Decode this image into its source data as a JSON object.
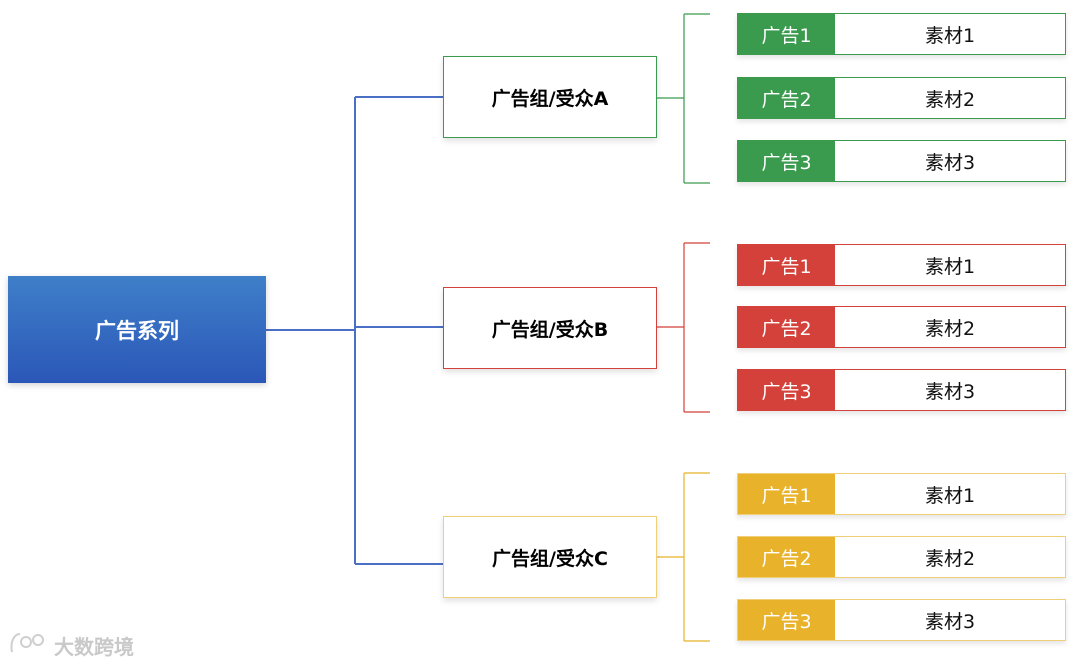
{
  "root": {
    "label": "广告系列",
    "color": "#3366bb"
  },
  "groups": [
    {
      "label": "广告组/受众A",
      "color": "#3a9a4e",
      "ads": [
        {
          "ad": "广告1",
          "material": "素材1"
        },
        {
          "ad": "广告2",
          "material": "素材2"
        },
        {
          "ad": "广告3",
          "material": "素材3"
        }
      ]
    },
    {
      "label": "广告组/受众B",
      "color": "#d4403a",
      "ads": [
        {
          "ad": "广告1",
          "material": "素材1"
        },
        {
          "ad": "广告2",
          "material": "素材2"
        },
        {
          "ad": "广告3",
          "material": "素材3"
        }
      ]
    },
    {
      "label": "广告组/受众C",
      "color": "#e8b22a",
      "ads": [
        {
          "ad": "广告1",
          "material": "素材1"
        },
        {
          "ad": "广告2",
          "material": "素材2"
        },
        {
          "ad": "广告3",
          "material": "素材3"
        }
      ]
    }
  ],
  "watermark": {
    "text": "大数跨境",
    "icon": "logo-icon"
  }
}
